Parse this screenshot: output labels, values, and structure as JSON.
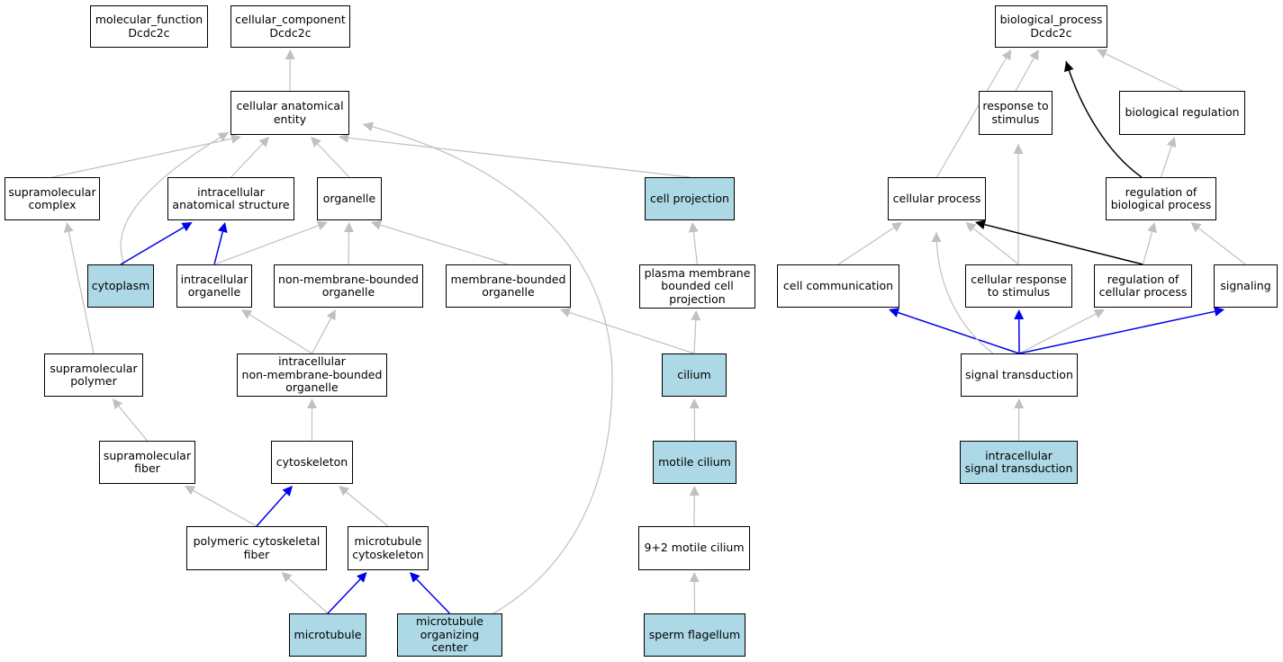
{
  "colors": {
    "is_a": "#c0c0c0",
    "part_of": "#0000ee",
    "regulates": "#000000",
    "highlight": "#add8e6"
  },
  "nodes": {
    "mf": {
      "label": "molecular_function\nDcdc2c",
      "highlighted": false
    },
    "cc": {
      "label": "cellular_component\nDcdc2c",
      "highlighted": false
    },
    "bp": {
      "label": "biological_process\nDcdc2c",
      "highlighted": false
    },
    "cae": {
      "label": "cellular anatomical\nentity",
      "highlighted": false
    },
    "rts": {
      "label": "response to\nstimulus",
      "highlighted": false
    },
    "breg": {
      "label": "biological regulation",
      "highlighted": false
    },
    "smc": {
      "label": "supramolecular\ncomplex",
      "highlighted": false
    },
    "ias": {
      "label": "intracellular\nanatomical structure",
      "highlighted": false
    },
    "org": {
      "label": "organelle",
      "highlighted": false
    },
    "cproj": {
      "label": "cell projection",
      "highlighted": true
    },
    "cproc": {
      "label": "cellular process",
      "highlighted": false
    },
    "rbp": {
      "label": "regulation of\nbiological process",
      "highlighted": false
    },
    "cyto": {
      "label": "cytoplasm",
      "highlighted": true
    },
    "io": {
      "label": "intracellular\norganelle",
      "highlighted": false
    },
    "nmbo": {
      "label": "non-membrane-bounded\norganelle",
      "highlighted": false
    },
    "mbo": {
      "label": "membrane-bounded\norganelle",
      "highlighted": false
    },
    "pmbcp": {
      "label": "plasma membrane\nbounded cell\nprojection",
      "highlighted": false
    },
    "ccomm": {
      "label": "cell communication",
      "highlighted": false
    },
    "crts": {
      "label": "cellular response\nto stimulus",
      "highlighted": false
    },
    "rcp": {
      "label": "regulation of\ncellular process",
      "highlighted": false
    },
    "sig": {
      "label": "signaling",
      "highlighted": false
    },
    "smp": {
      "label": "supramolecular\npolymer",
      "highlighted": false
    },
    "inmbo": {
      "label": "intracellular\nnon-membrane-bounded\norganelle",
      "highlighted": false
    },
    "cilium": {
      "label": "cilium",
      "highlighted": true
    },
    "st": {
      "label": "signal transduction",
      "highlighted": false
    },
    "smf": {
      "label": "supramolecular\nfiber",
      "highlighted": false
    },
    "csk": {
      "label": "cytoskeleton",
      "highlighted": false
    },
    "mcil": {
      "label": "motile cilium",
      "highlighted": true
    },
    "ist": {
      "label": "intracellular\nsignal transduction",
      "highlighted": true
    },
    "pcf": {
      "label": "polymeric cytoskeletal\nfiber",
      "highlighted": false
    },
    "mtc": {
      "label": "microtubule\ncytoskeleton",
      "highlighted": false
    },
    "n92": {
      "label": "9+2 motile cilium",
      "highlighted": false
    },
    "mt": {
      "label": "microtubule",
      "highlighted": true
    },
    "mtoc": {
      "label": "microtubule\norganizing center",
      "highlighted": true
    },
    "sperm": {
      "label": "sperm flagellum",
      "highlighted": true
    }
  },
  "edges": [
    {
      "from": "cae",
      "to": "cc",
      "type": "is_a"
    },
    {
      "from": "smc",
      "to": "cae",
      "type": "is_a"
    },
    {
      "from": "cyto",
      "to": "cae",
      "type": "is_a"
    },
    {
      "from": "ias",
      "to": "cae",
      "type": "is_a"
    },
    {
      "from": "org",
      "to": "cae",
      "type": "is_a"
    },
    {
      "from": "cproj",
      "to": "cae",
      "type": "is_a"
    },
    {
      "from": "mtoc",
      "to": "cae",
      "type": "is_a"
    },
    {
      "from": "cyto",
      "to": "ias",
      "type": "part_of"
    },
    {
      "from": "io",
      "to": "ias",
      "type": "part_of"
    },
    {
      "from": "io",
      "to": "org",
      "type": "is_a"
    },
    {
      "from": "nmbo",
      "to": "org",
      "type": "is_a"
    },
    {
      "from": "mbo",
      "to": "org",
      "type": "is_a"
    },
    {
      "from": "pmbcp",
      "to": "cproj",
      "type": "is_a"
    },
    {
      "from": "smp",
      "to": "smc",
      "type": "is_a"
    },
    {
      "from": "inmbo",
      "to": "io",
      "type": "is_a"
    },
    {
      "from": "inmbo",
      "to": "nmbo",
      "type": "is_a"
    },
    {
      "from": "cilium",
      "to": "mbo",
      "type": "is_a"
    },
    {
      "from": "cilium",
      "to": "pmbcp",
      "type": "is_a"
    },
    {
      "from": "smf",
      "to": "smp",
      "type": "is_a"
    },
    {
      "from": "csk",
      "to": "inmbo",
      "type": "is_a"
    },
    {
      "from": "mcil",
      "to": "cilium",
      "type": "is_a"
    },
    {
      "from": "pcf",
      "to": "smf",
      "type": "is_a"
    },
    {
      "from": "pcf",
      "to": "csk",
      "type": "part_of"
    },
    {
      "from": "mtc",
      "to": "csk",
      "type": "is_a"
    },
    {
      "from": "n92",
      "to": "mcil",
      "type": "is_a"
    },
    {
      "from": "mt",
      "to": "pcf",
      "type": "is_a"
    },
    {
      "from": "mt",
      "to": "mtc",
      "type": "part_of"
    },
    {
      "from": "mtoc",
      "to": "mtc",
      "type": "part_of"
    },
    {
      "from": "sperm",
      "to": "n92",
      "type": "is_a"
    },
    {
      "from": "rts",
      "to": "bp",
      "type": "is_a"
    },
    {
      "from": "breg",
      "to": "bp",
      "type": "is_a"
    },
    {
      "from": "cproc",
      "to": "bp",
      "type": "is_a"
    },
    {
      "from": "rbp",
      "to": "bp",
      "type": "regulates"
    },
    {
      "from": "rbp",
      "to": "breg",
      "type": "is_a"
    },
    {
      "from": "ccomm",
      "to": "cproc",
      "type": "is_a"
    },
    {
      "from": "crts",
      "to": "cproc",
      "type": "is_a"
    },
    {
      "from": "crts",
      "to": "rts",
      "type": "is_a"
    },
    {
      "from": "rcp",
      "to": "cproc",
      "type": "regulates"
    },
    {
      "from": "rcp",
      "to": "rbp",
      "type": "is_a"
    },
    {
      "from": "sig",
      "to": "rbp",
      "type": "is_a"
    },
    {
      "from": "st",
      "to": "ccomm",
      "type": "part_of"
    },
    {
      "from": "st",
      "to": "crts",
      "type": "part_of"
    },
    {
      "from": "st",
      "to": "rcp",
      "type": "is_a"
    },
    {
      "from": "st",
      "to": "cproc",
      "type": "is_a"
    },
    {
      "from": "st",
      "to": "sig",
      "type": "part_of"
    },
    {
      "from": "ist",
      "to": "st",
      "type": "is_a"
    }
  ]
}
